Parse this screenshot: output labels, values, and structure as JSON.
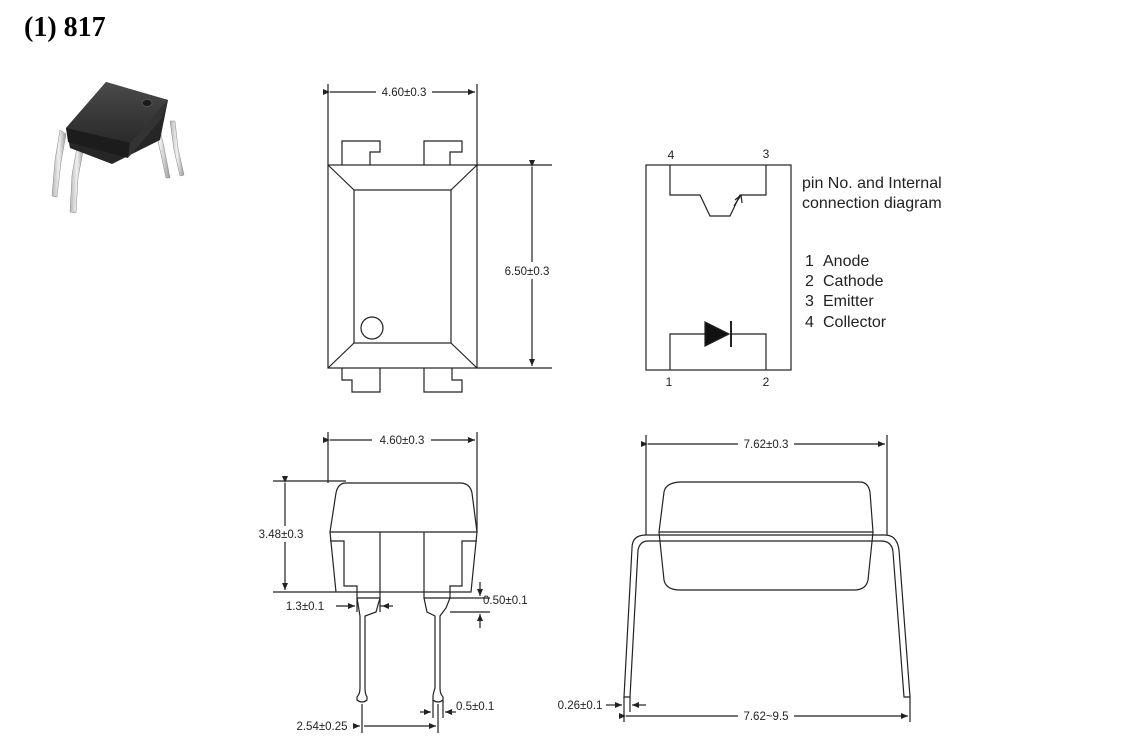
{
  "title": "(1) 817",
  "top_view": {
    "width_label": "4.60±0.3",
    "height_label": "6.50±0.3"
  },
  "pin_diagram": {
    "pin_numbers": [
      "4",
      "3",
      "1",
      "2"
    ],
    "caption_line1": "pin No. and Internal",
    "caption_line2": "connection diagram",
    "pins": [
      {
        "num": "1",
        "name": "Anode"
      },
      {
        "num": "2",
        "name": "Cathode"
      },
      {
        "num": "3",
        "name": "Emitter"
      },
      {
        "num": "4",
        "name": "Collector"
      }
    ]
  },
  "front_view": {
    "width_label": "4.60±0.3",
    "height_label": "3.48±0.3",
    "lead_width_label": "1.3±0.1",
    "standoff_label": "0.50±0.1",
    "lead_tip_label": "0.5±0.1",
    "pitch_label": "2.54±0.25"
  },
  "side_view": {
    "width_label": "7.62±0.3",
    "thickness_label": "0.26±0.1",
    "span_label": "7.62~9.5"
  }
}
